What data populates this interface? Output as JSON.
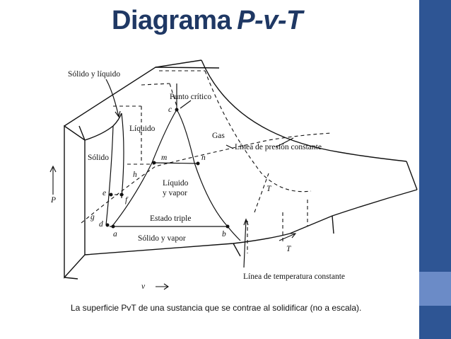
{
  "slide": {
    "title_main": "Diagrama",
    "title_italic": "P-v-T",
    "colors": {
      "title": "#1f3864",
      "side_bar": "#2e5594",
      "side_accent": "#6b8bc7"
    }
  },
  "diagram": {
    "labels": {
      "solid_liquid": "Sólido y líquido",
      "critical_point": "Punto crítico",
      "liquid": "Líquido",
      "gas": "Gas",
      "constant_pressure": "Línea de presión constante",
      "solid": "Sólido",
      "liquid_vapor_1": "Líquido",
      "liquid_vapor_2": "y vapor",
      "triple_state": "Estado triple",
      "solid_vapor": "Sólido y vapor",
      "constant_temperature": "Línea de temperatura constante",
      "p_axis": "P",
      "v_axis": "v",
      "t_axis": "T",
      "tc": "T",
      "point_c": "c",
      "point_m": "m",
      "point_n": "n",
      "point_h": "h",
      "point_e": "e",
      "point_f": "f",
      "point_g": "g",
      "point_d": "d",
      "point_a": "a",
      "point_b": "b"
    },
    "caption": "La superficie PvT de una sustancia que se contrae al solidificar (no a escala)."
  }
}
